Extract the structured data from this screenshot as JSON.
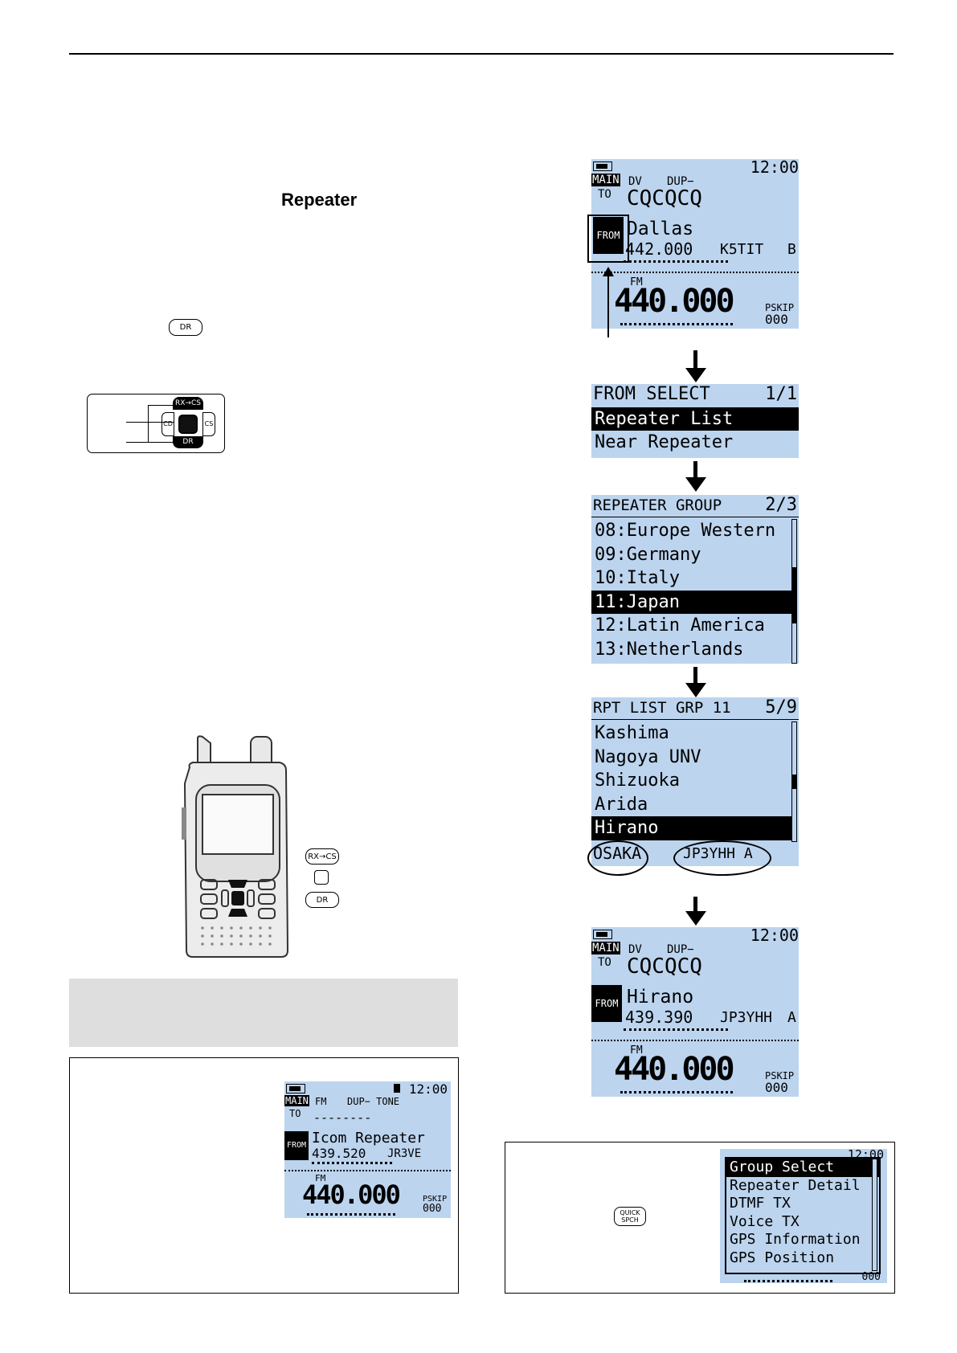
{
  "page": {
    "heading": "Repeater"
  },
  "keys": {
    "dr": "DR",
    "rx_cs": "RX→CS",
    "cs": "CS",
    "cd": "CD",
    "quick_1": "QUICK",
    "quick_2": "SPCH"
  },
  "screen1": {
    "time": "12:00",
    "mode_main": "MAIN",
    "mode": "DV",
    "dup": "DUP−",
    "to_label": "TO",
    "to_call": "CQCQCQ",
    "from_label": "FROM",
    "from_name": "Dallas",
    "from_freq": "442.000",
    "from_call": "K5TIT",
    "from_port": "B",
    "fm": "FM",
    "freq": "440.000",
    "pskip": "PSKIP",
    "mem": "000"
  },
  "screen2": {
    "title": "FROM SELECT",
    "page": "1/1",
    "items": [
      "Repeater List",
      "Near Repeater"
    ],
    "selected": 0
  },
  "screen3": {
    "title": "REPEATER GROUP",
    "page": "2/3",
    "items": [
      "08:Europe Western",
      "09:Germany",
      "10:Italy",
      "11:Japan",
      "12:Latin America",
      "13:Netherlands"
    ],
    "selected": 3
  },
  "screen4": {
    "title": "RPT LIST GRP 11",
    "page": "5/9",
    "items": [
      "Kashima",
      "Nagoya UNV",
      "Shizuoka",
      "Arida",
      "Hirano"
    ],
    "selected": 4,
    "footer_left": "OSAKA",
    "footer_right": "JP3YHH A"
  },
  "screen5": {
    "time": "12:00",
    "mode_main": "MAIN",
    "mode": "DV",
    "dup": "DUP−",
    "to_label": "TO",
    "to_call": "CQCQCQ",
    "from_label": "FROM",
    "from_name": "Hirano",
    "from_freq": "439.390",
    "from_call": "JP3YHH",
    "from_port": "A",
    "fm": "FM",
    "freq": "440.000",
    "pskip": "PSKIP",
    "mem": "000"
  },
  "screen6": {
    "time": "12:00",
    "mode_main": "MAIN",
    "mode": "FM",
    "dup": "DUP− TONE",
    "to_label": "TO",
    "to_call": "--------",
    "from_label": "FROM",
    "from_name": "Icom Repeater",
    "from_freq": "439.520",
    "from_call": "JR3VE",
    "fm": "FM",
    "freq": "440.000",
    "pskip": "PSKIP",
    "mem": "000"
  },
  "screen7": {
    "time": "12:00",
    "items": [
      "Group Select",
      "Repeater Detail",
      "DTMF TX",
      "Voice TX",
      "GPS Information",
      "GPS Position"
    ],
    "selected": 0,
    "mem": "000"
  },
  "colors": {
    "lcd": "#bcd4ee",
    "note_box": "#dedede"
  }
}
